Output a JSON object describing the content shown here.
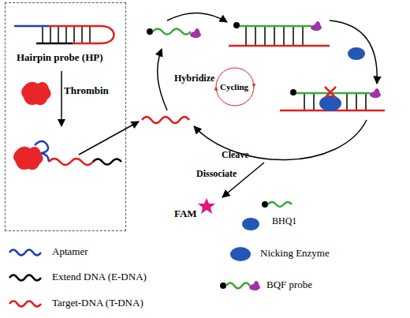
{
  "diagram": {
    "nodes": [
      {
        "text": [
          "Hairpin probe (HP)",
          "Thrombin"
        ]
      }
    ],
    "labels": [
      "Hybridize",
      "Cycling",
      "Cleave",
      "Dissociate",
      "FAM",
      "BHQ1"
    ],
    "legend": [
      {
        "text": "Aptamer"
      },
      {
        "text": "Extend DNA (E-DNA)"
      },
      {
        "text": "Target-DNA (T-DNA)"
      },
      {
        "text": "Nicking Enzyme"
      },
      {
        "text": "BQF probe"
      }
    ]
  }
}
